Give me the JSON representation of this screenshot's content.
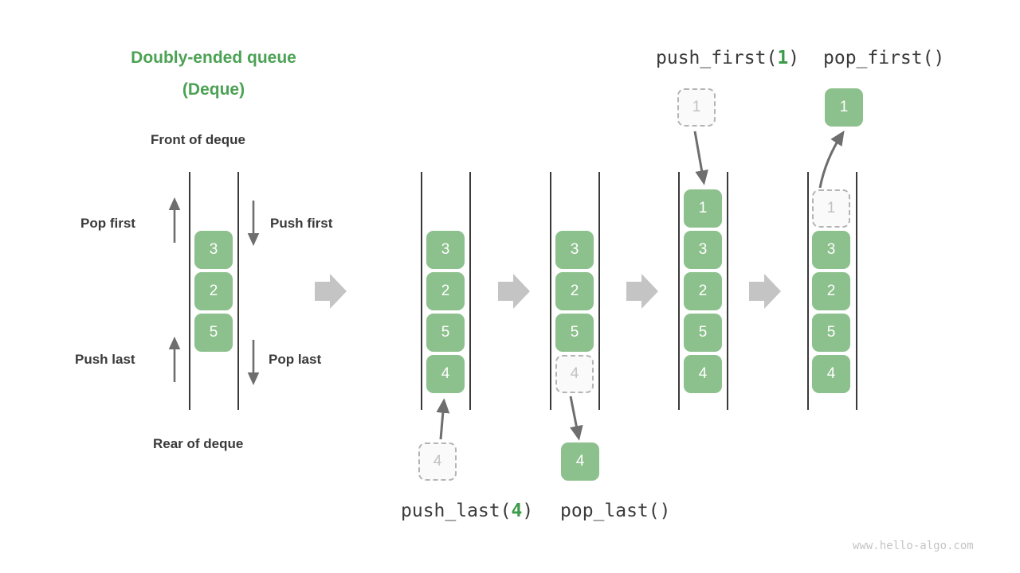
{
  "title": {
    "line1": "Doubly-ended queue",
    "line2": "(Deque)"
  },
  "labels": {
    "front": "Front of deque",
    "rear": "Rear of deque",
    "pop_first": "Pop first",
    "push_first": "Push first",
    "push_last": "Push last",
    "pop_last": "Pop last"
  },
  "operations": {
    "push_first": {
      "name": "push_first(",
      "arg": "1",
      "close": ")"
    },
    "pop_first": {
      "name": "pop_first()",
      "arg": "",
      "close": ""
    },
    "push_last": {
      "name": "push_last(",
      "arg": "4",
      "close": ")"
    },
    "pop_last": {
      "name": "pop_last()",
      "arg": "",
      "close": ""
    }
  },
  "colors": {
    "accent_green": "#4CA254",
    "cell_green": "#8CC08C",
    "ghost_fill": "#FAFAFA",
    "ghost_border": "#B4B4B4",
    "ghost_text": "#C2C2C2",
    "rail": "#3A3A3A",
    "arrow_gray": "#6E6E6E",
    "step_arrow": "#C4C4C4",
    "text_dark": "#3A3A3A",
    "watermark": "#C4C4C4"
  },
  "panels": [
    {
      "id": "overview",
      "cells": [
        "3",
        "2",
        "5"
      ]
    },
    {
      "id": "after-push-last",
      "cells": [
        "3",
        "2",
        "5",
        "4"
      ],
      "incoming": "4"
    },
    {
      "id": "after-pop-last",
      "cells": [
        "3",
        "2",
        "5"
      ],
      "ghost_last": "4",
      "outgoing": "4"
    },
    {
      "id": "after-push-first",
      "cells": [
        "1",
        "3",
        "2",
        "5",
        "4"
      ],
      "incoming": "1"
    },
    {
      "id": "after-pop-first",
      "cells": [
        "3",
        "2",
        "5",
        "4"
      ],
      "ghost_first": "1",
      "outgoing": "1"
    }
  ],
  "watermark": "www.hello-algo.com"
}
